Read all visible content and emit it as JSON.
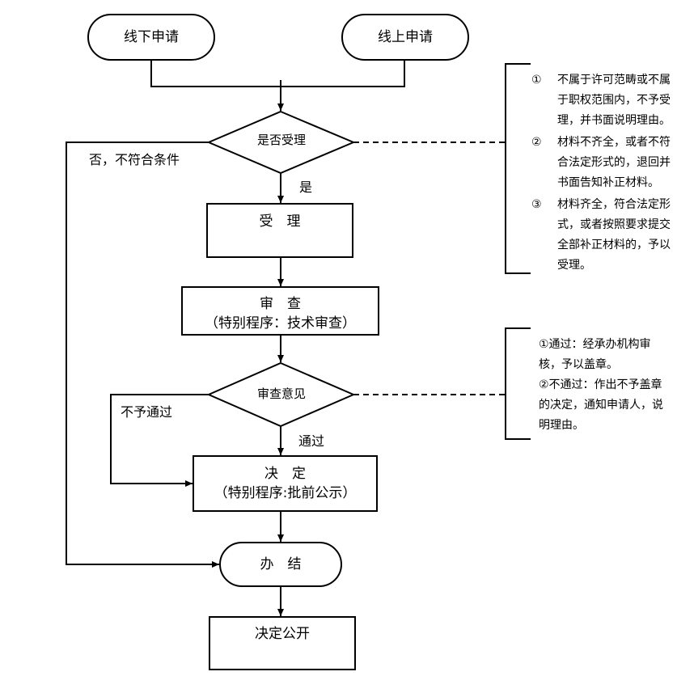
{
  "nodes": {
    "offline_apply": "线下申请",
    "online_apply": "线上申请",
    "accept_decision": "是否受理",
    "accept": "受　理",
    "review_title": "审　查",
    "review_sub": "（特别程序：技术审查）",
    "review_opinion": "审查意见",
    "decide_title": "决　定",
    "decide_sub": "（特别程序:批前公示）",
    "complete": "办　结",
    "publish": "决定公开"
  },
  "edges": {
    "no_not_qualified": "否，不符合条件",
    "yes": "是",
    "not_pass": "不予通过",
    "pass": "通过"
  },
  "acceptance_notes": [
    {
      "marker": "①",
      "lines": [
        "不属于许可范畴或不属",
        "于职权范围内，不予受",
        "理，并书面说明理由。"
      ]
    },
    {
      "marker": "②",
      "lines": [
        "材料不齐全，或者不符",
        "合法定形式的，退回并",
        "书面告知补正材料。"
      ]
    },
    {
      "marker": "③",
      "lines": [
        "材料齐全，符合法定形",
        "式，或者按照要求提交",
        "全部补正材料的，予以",
        "受理。"
      ]
    }
  ],
  "review_notes": {
    "lines": [
      "①通过：经承办机构审",
      "核，予以盖章。",
      "②不通过：作出不予盖章",
      "的决定，通知申请人，说",
      "明理由。"
    ]
  }
}
